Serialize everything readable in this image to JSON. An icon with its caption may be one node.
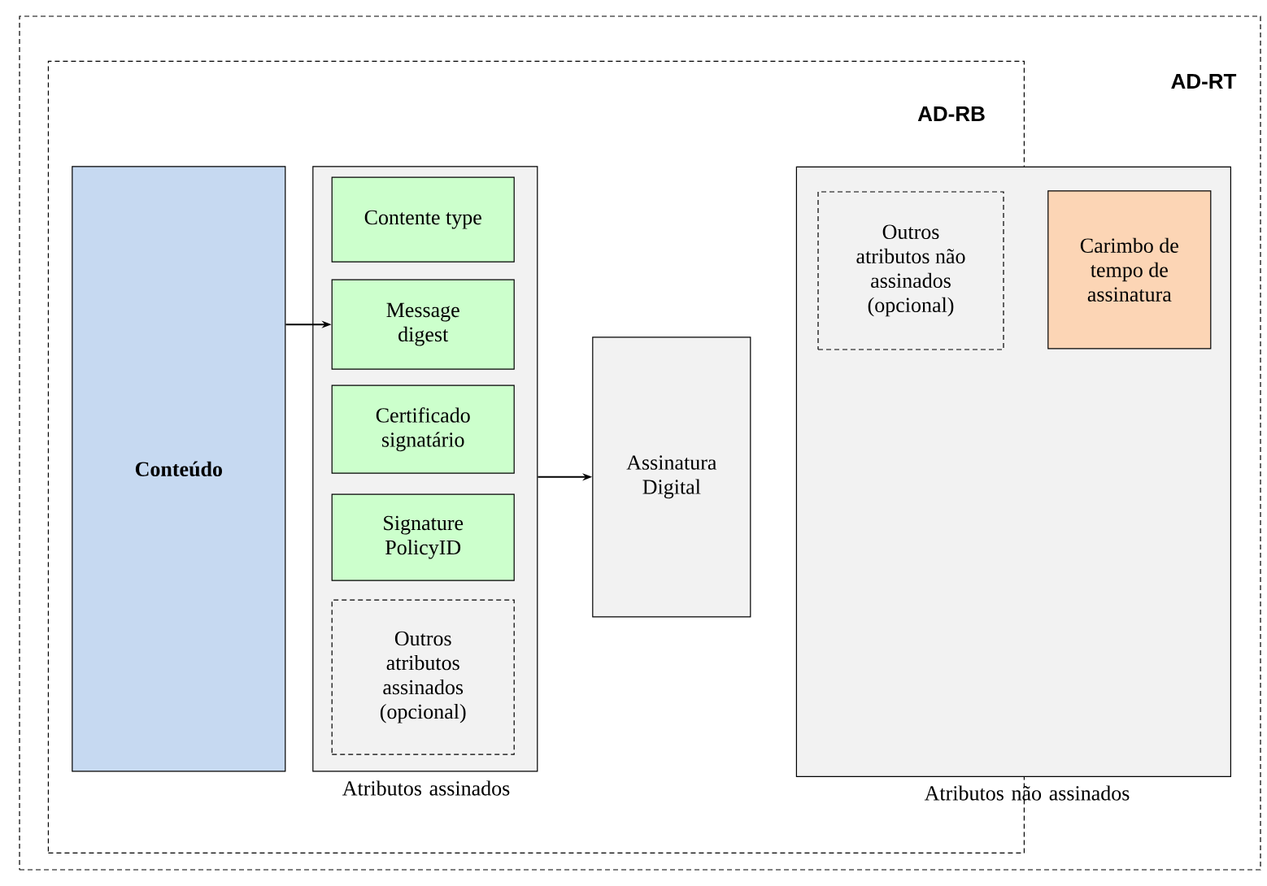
{
  "diagram": {
    "nodes": [
      {
        "text": [
          "AD-RT"
        ]
      },
      {
        "text": [
          "AD-RB"
        ],
        "in": 0
      },
      {
        "text": [
          "Conteúdo"
        ],
        "in": 1
      },
      {
        "text": [
          "Atributos assinados"
        ],
        "in": 1
      },
      {
        "text": [
          "Contente type"
        ],
        "in": 3
      },
      {
        "text": [
          "Message digest"
        ],
        "in": 3
      },
      {
        "text": [
          "Certificado signatário"
        ],
        "in": 3
      },
      {
        "text": [
          "Signature PolicyID"
        ],
        "in": 3
      },
      {
        "text": [
          "Outros atributos assinados (opcional)"
        ],
        "in": 3
      },
      {
        "text": [
          "Assinatura Digital"
        ],
        "in": 1
      },
      {
        "text": [
          "Atributos não assinados"
        ],
        "in": 0
      },
      {
        "text": [
          "Outros atributos não assinados (opcional)"
        ]
      },
      {
        "text": [
          "Carimbo de tempo de assinatura"
        ],
        "in": 10
      }
    ],
    "edges": [
      {
        "from": 2,
        "to": 5,
        "arrow": "to"
      },
      {
        "from": 3,
        "to": 9,
        "arrow": "to"
      }
    ]
  }
}
